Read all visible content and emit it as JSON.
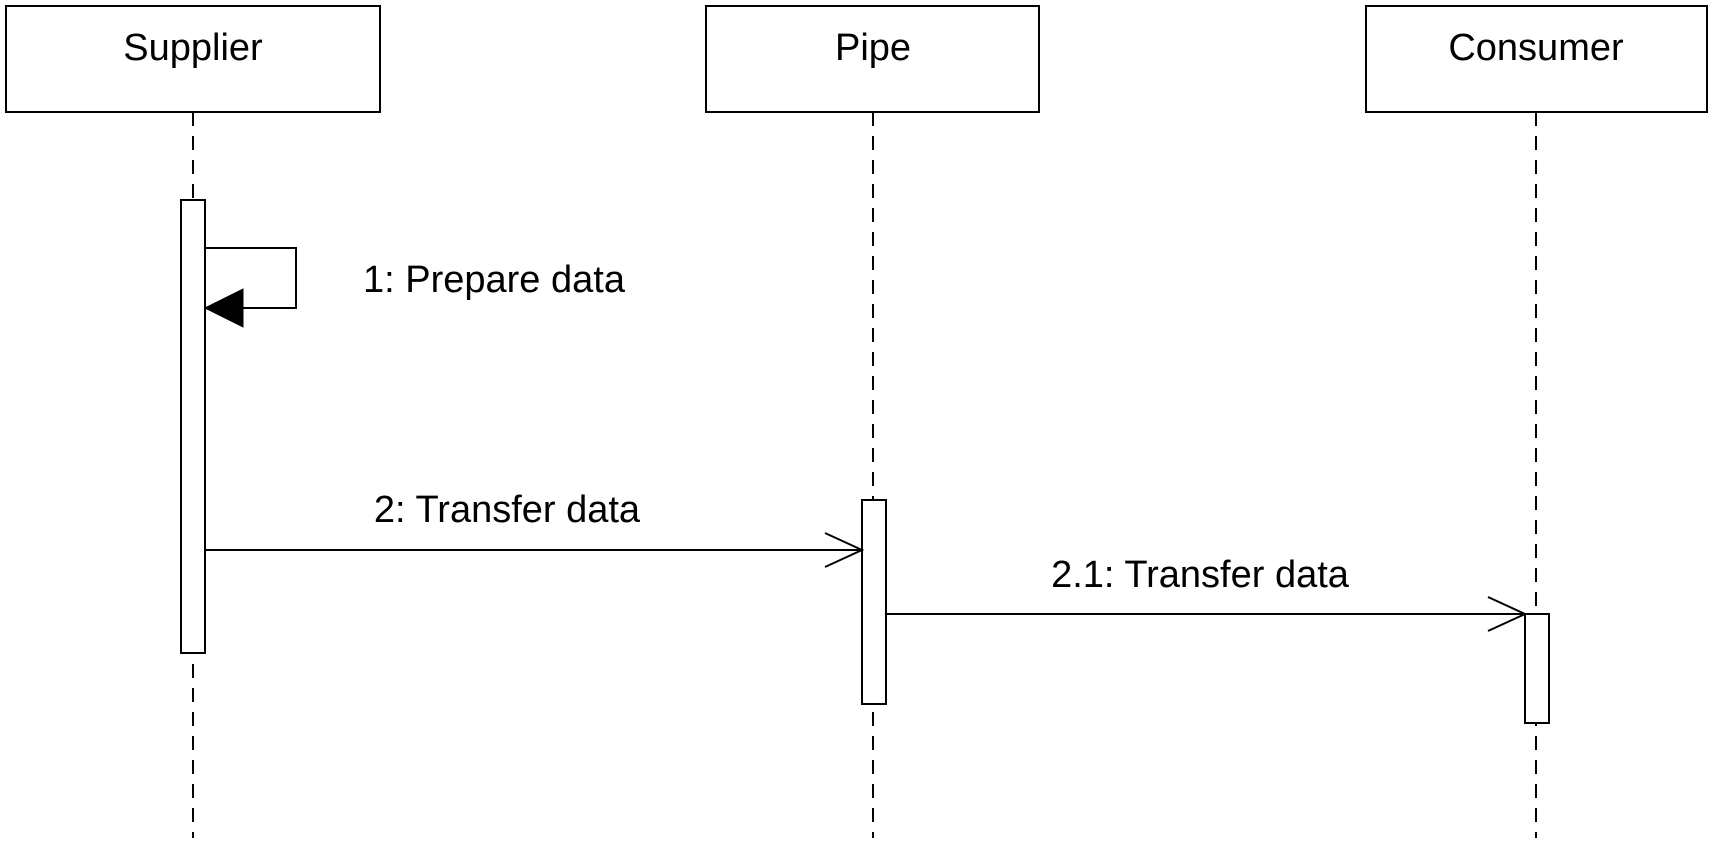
{
  "participants": {
    "supplier": "Supplier",
    "pipe": "Pipe",
    "consumer": "Consumer"
  },
  "messages": {
    "prepare_data": "1: Prepare data",
    "transfer_data": "2: Transfer data",
    "forward_transfer_data": "2.1: Transfer data"
  },
  "colors": {
    "stroke": "#000000",
    "background": "#ffffff"
  }
}
